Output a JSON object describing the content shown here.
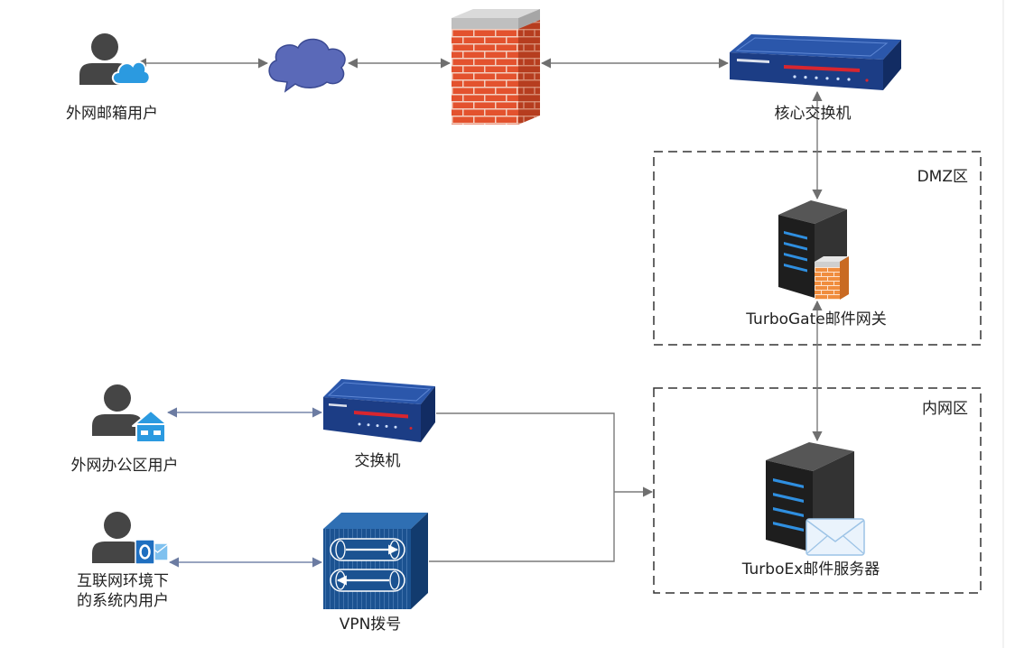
{
  "diagram": {
    "zones": {
      "dmz": {
        "label": "DMZ区"
      },
      "intranet": {
        "label": "内网区"
      }
    },
    "nodes": {
      "external_mail_user": {
        "label": "外网邮箱用户",
        "icon": "user-cloud-icon"
      },
      "internet": {
        "icon": "cloud-icon"
      },
      "firewall": {
        "icon": "firewall-icon"
      },
      "core_switch": {
        "label": "核心交换机",
        "icon": "switch-icon"
      },
      "turbogate": {
        "label": "TurboGate邮件网关",
        "icon": "server-firewall-icon"
      },
      "turboex": {
        "label": "TurboEx邮件服务器",
        "icon": "server-mail-icon"
      },
      "office_user": {
        "label": "外网办公区用户",
        "icon": "user-home-icon"
      },
      "switch": {
        "label": "交换机",
        "icon": "switch-icon"
      },
      "internet_user": {
        "label_lines": [
          "互联网环境下",
          "的系统内用户"
        ],
        "icon": "user-outlook-icon"
      },
      "vpn": {
        "label": "VPN拨号",
        "icon": "vpn-icon"
      }
    }
  },
  "colors": {
    "edge": "#7a7a7a",
    "icon_blue": "#2b9ae0",
    "switch_blue": "#1c3d85",
    "firewall_red": "#e3522e",
    "zone_border": "#333333"
  }
}
